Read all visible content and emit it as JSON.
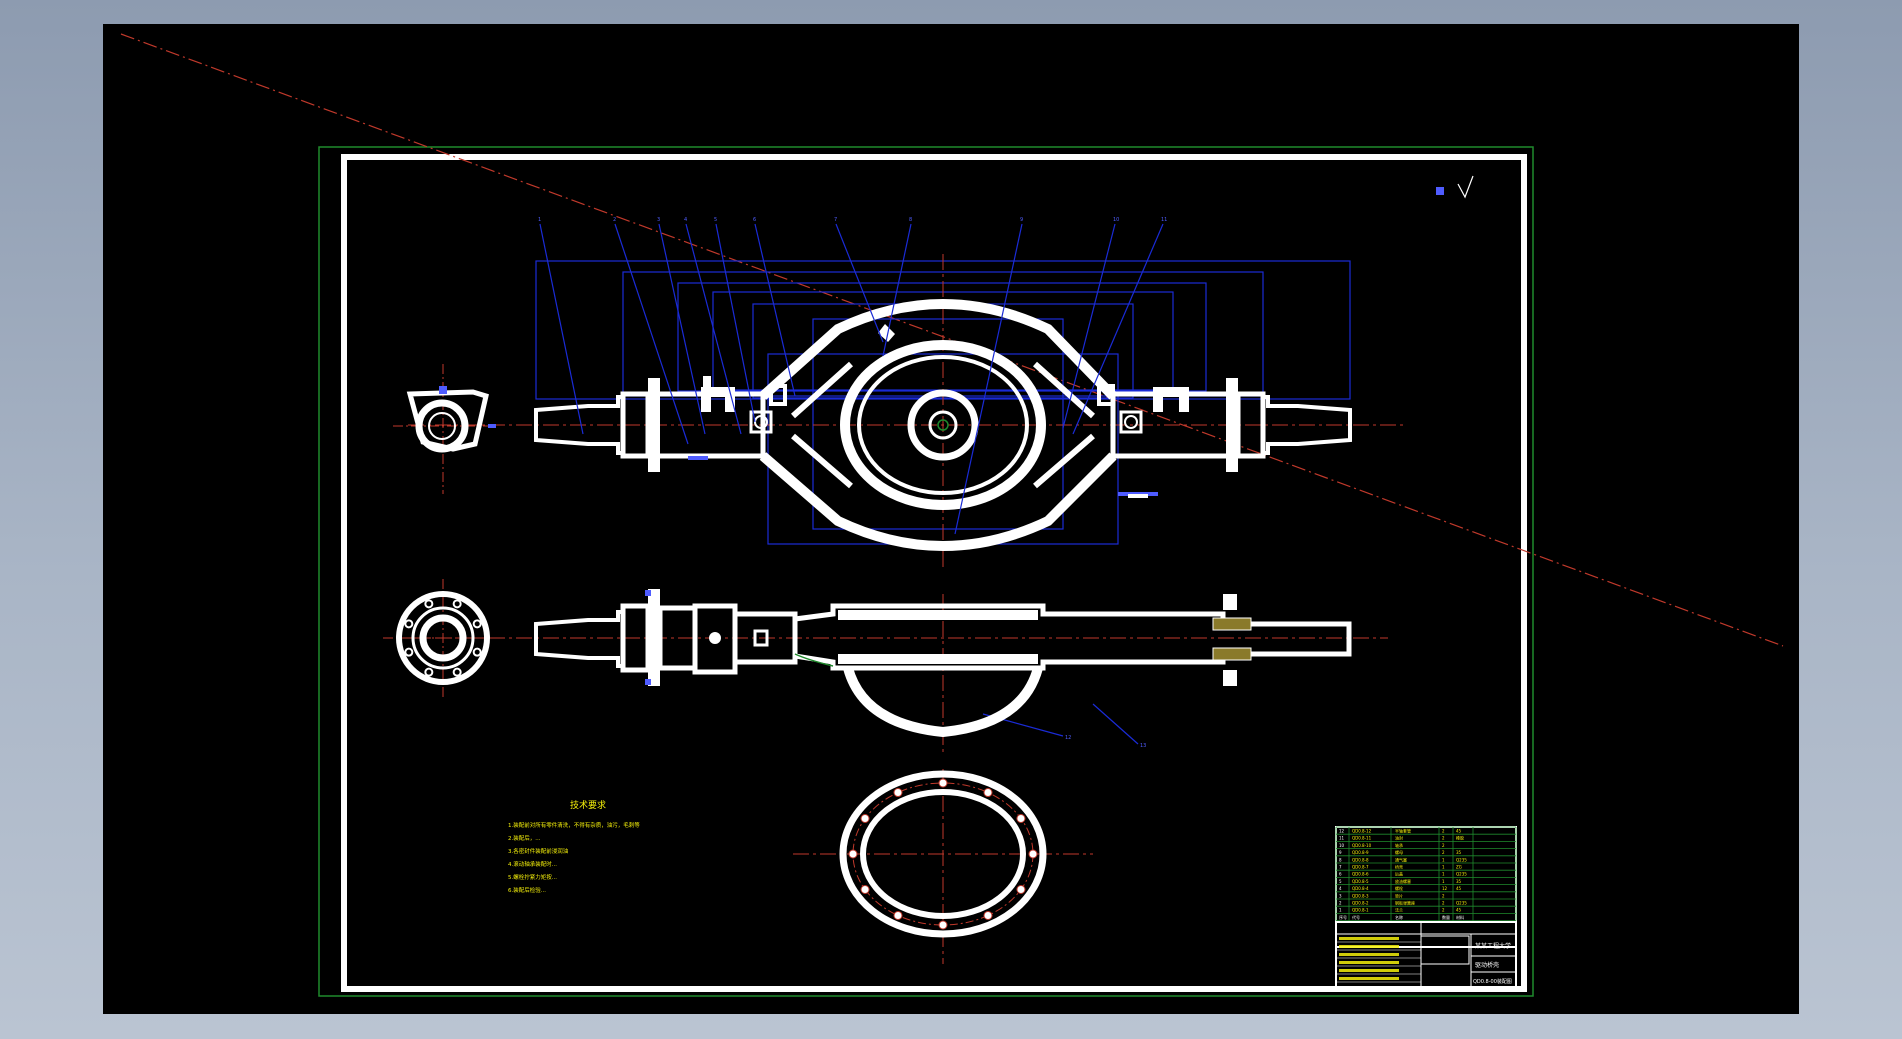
{
  "colors": {
    "background": "#000000",
    "part": "#ffffff",
    "leader": "#1a2bd6",
    "centerline": "#c0392b",
    "frame_outer": "#1f8a2c",
    "note_text": "#f5f00a",
    "table_grid": "#1f8a2c"
  },
  "drawing": {
    "title_text": "技术要求",
    "notes": [
      "1.装配前对所有零件清洗，不得有杂质，油污，毛刺等",
      "2.装配后，...",
      "3.各密封件装配前浸润油",
      "4.滚动轴承装配时...",
      "5.螺栓拧紧力矩按...",
      "6.装配后检验..."
    ],
    "balloon_labels": [
      "1",
      "2",
      "3",
      "4",
      "5",
      "6",
      "7",
      "8",
      "9",
      "10",
      "11"
    ],
    "lower_labels": [
      "12",
      "13"
    ]
  },
  "parts_list": {
    "rows": [
      [
        "12",
        "QD0.8-12",
        "半轴套管",
        "2",
        "45"
      ],
      [
        "11",
        "QD0.8-11",
        "油封",
        "2",
        "橡胶"
      ],
      [
        "10",
        "QD0.8-10",
        "轴承",
        "2",
        ""
      ],
      [
        "9",
        "QD0.8-9",
        "螺母",
        "2",
        "35"
      ],
      [
        "8",
        "QD0.8-8",
        "通气塞",
        "1",
        "Q235"
      ],
      [
        "7",
        "QD0.8-7",
        "桥壳",
        "1",
        "ZG"
      ],
      [
        "6",
        "QD0.8-6",
        "后盖",
        "1",
        "Q235"
      ],
      [
        "5",
        "QD0.8-5",
        "放油螺塞",
        "1",
        "35"
      ],
      [
        "4",
        "QD0.8-4",
        "螺栓",
        "12",
        "45"
      ],
      [
        "3",
        "QD0.8-3",
        "垫片",
        "2",
        ""
      ],
      [
        "2",
        "QD0.8-2",
        "钢板弹簧座",
        "2",
        "Q235"
      ],
      [
        "1",
        "QD0.8-1",
        "法兰",
        "2",
        "45"
      ]
    ],
    "header": [
      "序号",
      "代号",
      "名称",
      "数量",
      "材料"
    ]
  },
  "title_block": {
    "school": "某某工程大学",
    "drawing_name": "驱动桥壳",
    "drawing_no": "QD0.8-00装配图"
  }
}
